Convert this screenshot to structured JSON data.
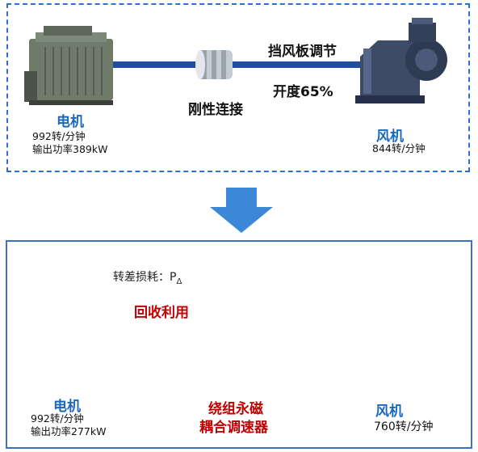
{
  "top": {
    "motor_title": "电机",
    "motor_speed": "992转/分钟",
    "motor_power": "输出功率389kW",
    "coupling_label": "刚性连接",
    "damper_line1": "挡风板调节",
    "damper_line2": "开度65%",
    "fan_title": "风机",
    "fan_speed": "844转/分钟"
  },
  "bottom": {
    "slip_loss": "转差损耗：P",
    "slip_loss_sub": "Δ",
    "recycle": "回收利用",
    "motor_title": "电机",
    "motor_speed": "992转/分钟",
    "motor_power": "输出功率277kW",
    "regulator_line1": "绕组永磁",
    "regulator_line2": "耦合调速器",
    "fan_title": "风机",
    "fan_speed": "760转/分钟"
  },
  "colors": {
    "shaft": "#1f4fa0",
    "arrow": "#3c87d6",
    "recycle_arrow": "#a3182c",
    "motor": "#6f7a6a",
    "fan": "#3d4b66",
    "regulator": "#3aa33a"
  }
}
